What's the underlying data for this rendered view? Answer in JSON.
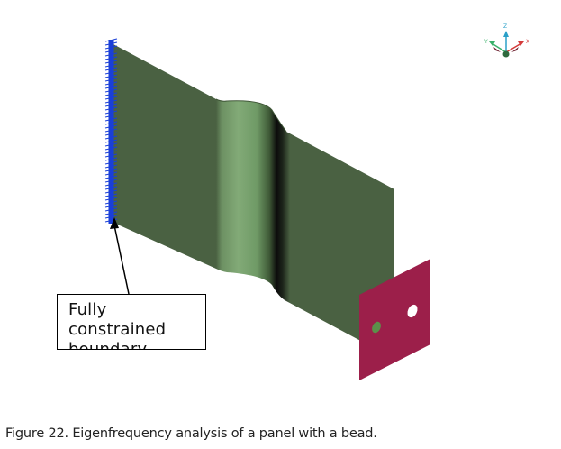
{
  "figure": {
    "callout_text": "Fully\nconstrained\nboundary",
    "axis_labels": {
      "x": "X",
      "y": "Y",
      "z": "Z"
    },
    "colors": {
      "panel": "#4a6142",
      "bead_highlight": "#7fa674",
      "bead_shadow": "#0a0a0a",
      "constraint": "#1a3fd8",
      "plate": "#9c1f4a",
      "hole": "#c9c9c9",
      "axis_x": "#d43a3a",
      "axis_y": "#3ab06a",
      "axis_z": "#2aa0c8"
    }
  },
  "caption": "Figure 22. Eigenfrequency analysis of a panel with a bead."
}
